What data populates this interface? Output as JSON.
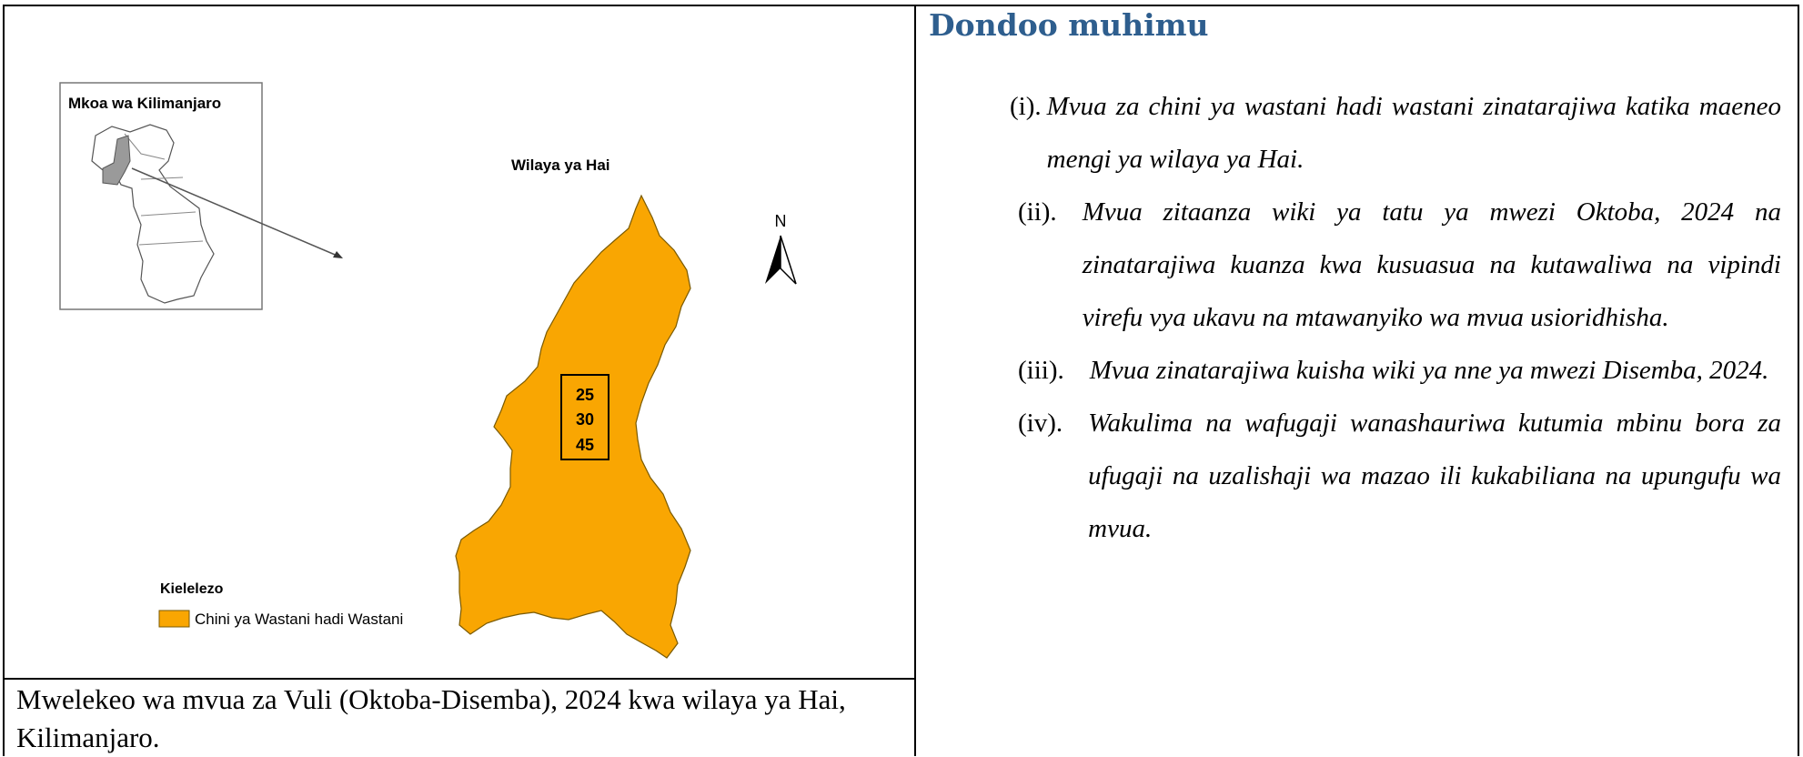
{
  "map": {
    "inset_title": "Mkoa wa Kilimanjaro",
    "district_title": "Wilaya ya Hai",
    "north_label": "N",
    "values": [
      "25",
      "30",
      "45"
    ],
    "legend_title": "Kielelezo",
    "legend_item": "Chini ya Wastani hadi Wastani",
    "fill_color": "#f9a602"
  },
  "caption": "Mwelekeo wa mvua za Vuli (Oktoba-Disemba), 2024 kwa wilaya ya Hai, Kilimanjaro.",
  "highlights": {
    "title": "Dondoo muhimu",
    "title_color": "#2e5e8e",
    "items": [
      {
        "num": "(i).",
        "text": "Mvua za chini ya wastani hadi wastani zinatarajiwa katika maeneo mengi ya wilaya ya Hai."
      },
      {
        "num": "(ii).",
        "text": "Mvua zitaanza wiki ya tatu ya mwezi Oktoba, 2024 na zinatarajiwa kuanza kwa kusuasua na kutawaliwa na vipindi virefu vya ukavu na mtawanyiko wa mvua usioridhisha."
      },
      {
        "num": "(iii).",
        "text": "Mvua zinatarajiwa kuisha wiki ya nne ya mwezi Disemba, 2024."
      },
      {
        "num": "(iv).",
        "text": "Wakulima na wafugaji wanashauriwa kutumia mbinu bora za ufugaji na uzalishaji wa mazao ili kukabiliana na upungufu wa mvua."
      }
    ]
  }
}
